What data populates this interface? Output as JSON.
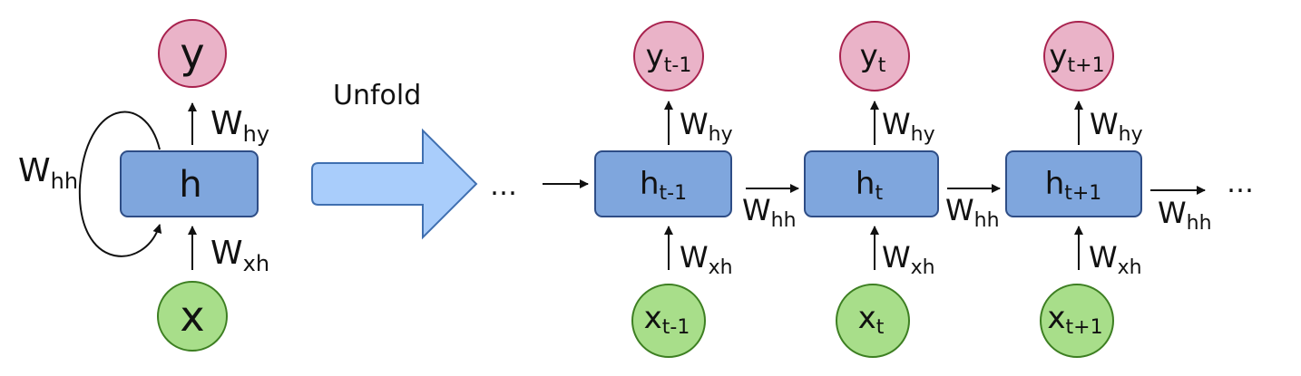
{
  "folded": {
    "output": {
      "main": "y",
      "sub": ""
    },
    "hidden": {
      "main": "h",
      "sub": ""
    },
    "input": {
      "main": "x",
      "sub": ""
    },
    "weight_hy": {
      "main": "W",
      "sub": "hy"
    },
    "weight_xh": {
      "main": "W",
      "sub": "xh"
    },
    "weight_hh": {
      "main": "W",
      "sub": "hh"
    }
  },
  "unfold_label": "Unfold",
  "ellipsis_left": "…",
  "ellipsis_right": "…",
  "steps": [
    {
      "output": {
        "main": "y",
        "sub": "t-1"
      },
      "hidden": {
        "main": "h",
        "sub": "t-1"
      },
      "input": {
        "main": "x",
        "sub": "t-1"
      },
      "weight_hy": {
        "main": "W",
        "sub": "hy"
      },
      "weight_xh": {
        "main": "W",
        "sub": "xh"
      },
      "weight_hh": {
        "main": "W",
        "sub": "hh"
      }
    },
    {
      "output": {
        "main": "y",
        "sub": "t"
      },
      "hidden": {
        "main": "h",
        "sub": "t"
      },
      "input": {
        "main": "x",
        "sub": "t"
      },
      "weight_hy": {
        "main": "W",
        "sub": "hy"
      },
      "weight_xh": {
        "main": "W",
        "sub": "xh"
      },
      "weight_hh": {
        "main": "W",
        "sub": "hh"
      }
    },
    {
      "output": {
        "main": "y",
        "sub": "t+1"
      },
      "hidden": {
        "main": "h",
        "sub": "t+1"
      },
      "input": {
        "main": "x",
        "sub": "t+1"
      },
      "weight_hy": {
        "main": "W",
        "sub": "hy"
      },
      "weight_xh": {
        "main": "W",
        "sub": "xh"
      },
      "weight_hh": {
        "main": "W",
        "sub": "hh"
      }
    }
  ],
  "colors": {
    "output_fill": "#eab3c8",
    "output_stroke": "#a8224e",
    "hidden_fill": "#7fa6dd",
    "hidden_stroke": "#2e4d86",
    "input_fill": "#a8de8a",
    "input_stroke": "#3d7f22",
    "unfold_arrow_fill": "#a9cdfb",
    "unfold_arrow_stroke": "#3f6fb0",
    "line": "#111111"
  }
}
